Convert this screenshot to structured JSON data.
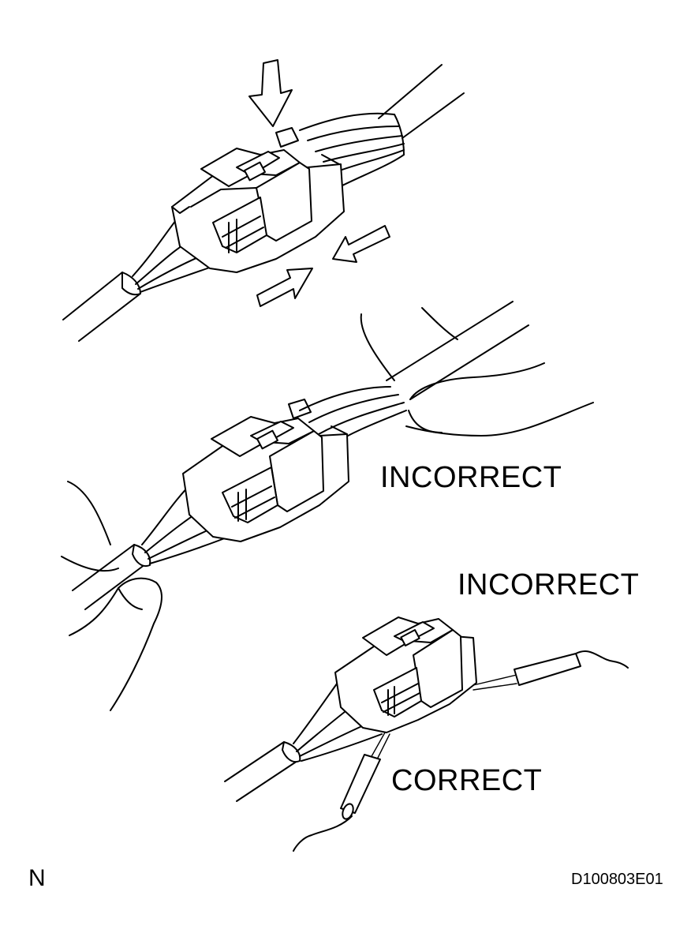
{
  "labels": {
    "incorrect_upper": "INCORRECT",
    "incorrect_lower": "INCORRECT",
    "correct": "CORRECT",
    "orientation_mark": "N",
    "figure_code": "D100803E01"
  },
  "colors": {
    "line": "#000000",
    "background": "#ffffff"
  }
}
